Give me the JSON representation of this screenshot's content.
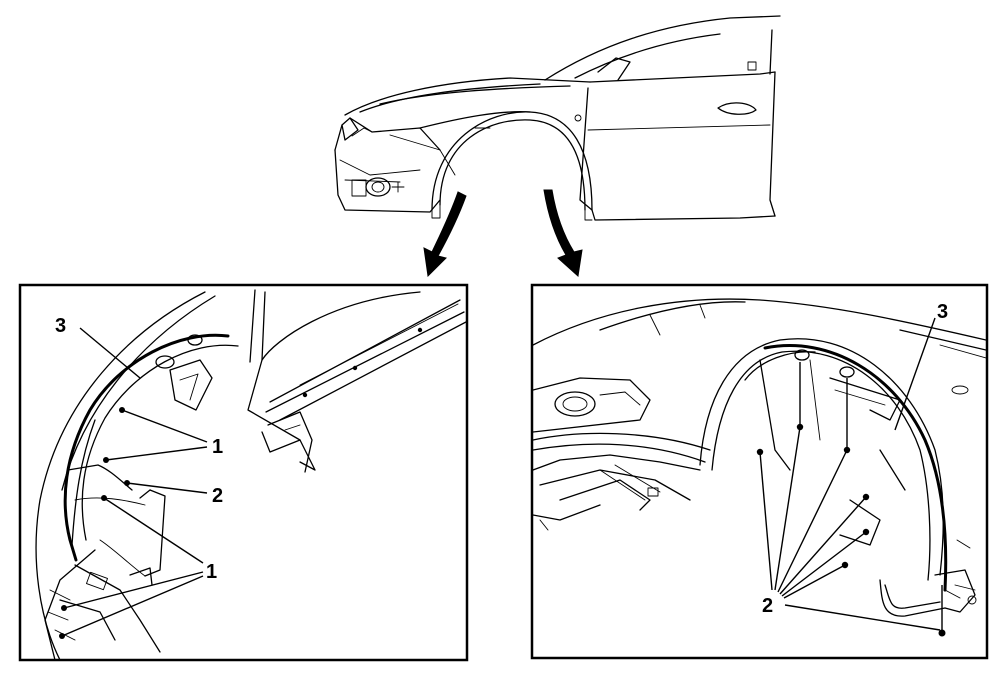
{
  "callouts": {
    "left": {
      "liner": "3",
      "bolt_upper": "1",
      "screw": "2",
      "bolt_lower": "1"
    },
    "right": {
      "liner": "3",
      "fasteners": "2"
    }
  },
  "colors": {
    "line": "#000000",
    "background": "#ffffff"
  }
}
